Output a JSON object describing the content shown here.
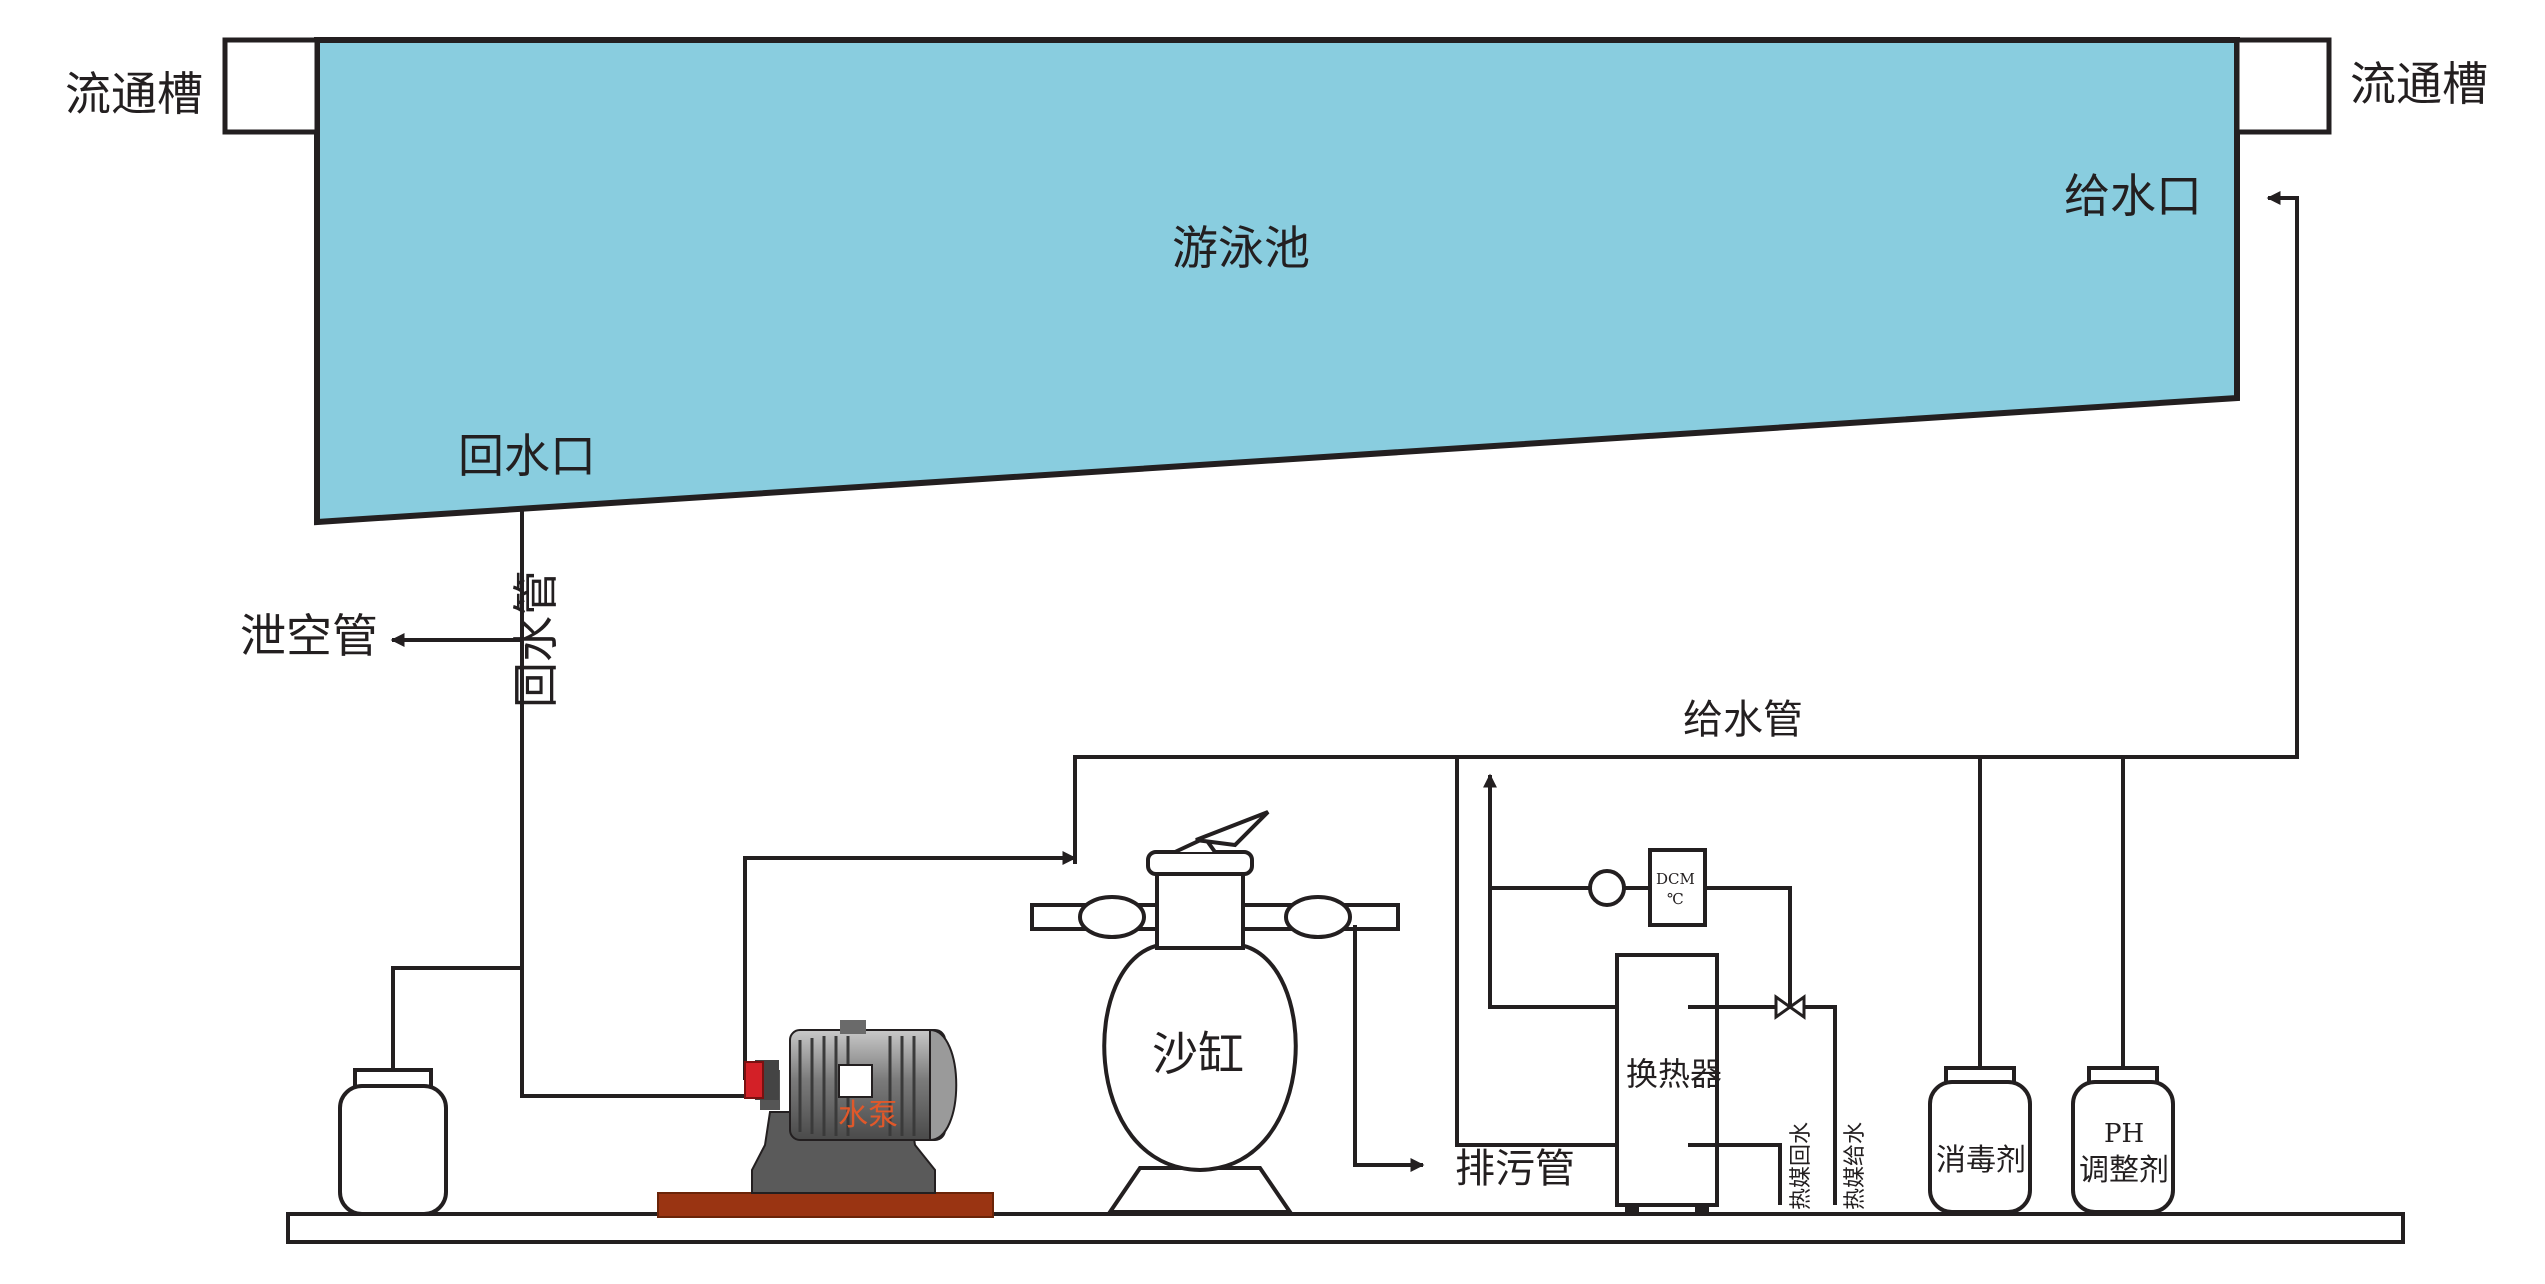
{
  "labels": {
    "overflow_left": "流通槽",
    "overflow_right": "流通槽",
    "pool": "游泳池",
    "inlet": "给水口",
    "return_outlet": "回水口",
    "drain_pipe": "泄空管",
    "return_pipe": "回水管",
    "supply_pipe": "给水管",
    "sand_filter": "沙缸",
    "pump": "水泵",
    "sewage_pipe": "排污管",
    "heat_exchanger": "换热器",
    "controller_line1": "DCM",
    "controller_line2": "℃",
    "heat_medium_return": "热媒回水",
    "heat_medium_supply": "热媒给水",
    "disinfectant": "消毒剂",
    "ph_line1": "PH",
    "ph_line2": "调整剂"
  },
  "colors": {
    "pool_water": "#89cddf",
    "line": "#231f20",
    "pump_flange": "#d32027",
    "pump_label": "#e0582a",
    "pump_base": "#9a3412",
    "motor_body": "#8a8a8a"
  }
}
